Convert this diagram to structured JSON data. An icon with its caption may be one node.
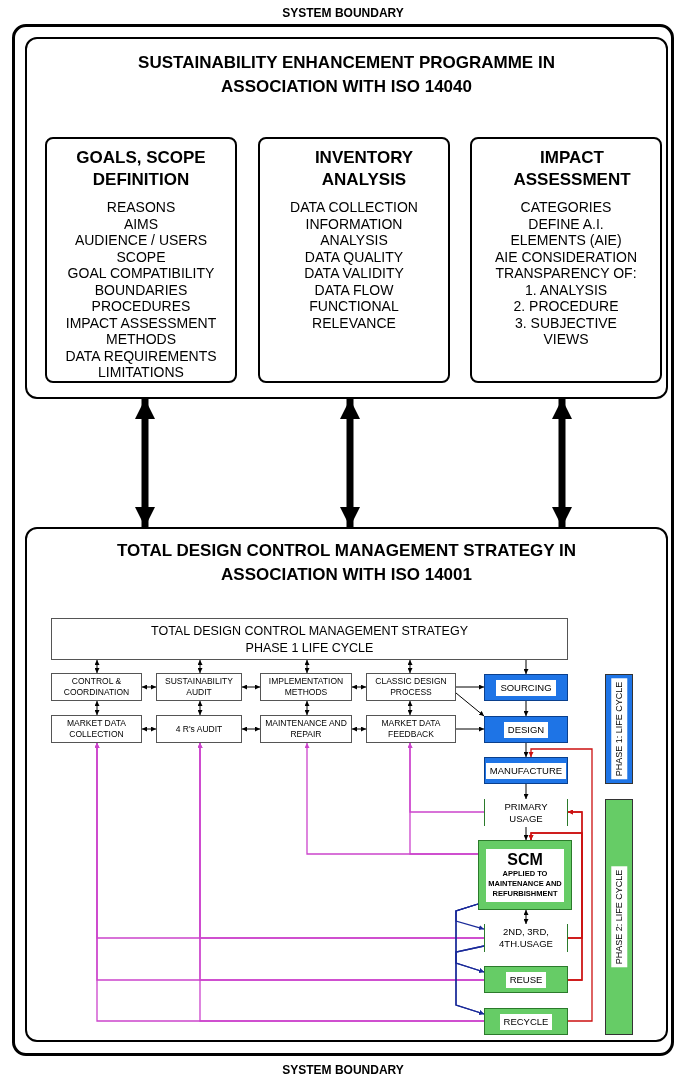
{
  "diagram": {
    "nodes": [
      {
        "text": [
          "SYSTEM BOUNDARY",
          "SYSTEM BOUNDARY"
        ]
      },
      {
        "text": [
          "SUSTAINABILITY ENHANCEMENT PROGRAMME IN ASSOCIATION WITH ISO 14040"
        ],
        "in": 0
      },
      {
        "text": [
          "GOALS, SCOPE DEFINITION",
          "REASONS",
          "AIMS",
          "AUDIENCE / USERS",
          "SCOPE",
          "GOAL COMPATIBILITY",
          "BOUNDARIES",
          "PROCEDURES",
          "IMPACT ASSESSMENT METHODS",
          "DATA REQUIREMENTS",
          "LIMITATIONS"
        ],
        "in": 1
      },
      {
        "text": [
          "INVENTORY ANALYSIS",
          "DATA COLLECTION",
          "INFORMATION ANALYSIS",
          "DATA QUALITY",
          "DATA VALIDITY",
          "DATA FLOW",
          "FUNCTIONAL RELEVANCE"
        ],
        "in": 1
      },
      {
        "text": [
          "IMPACT ASSESSMENT",
          "CATEGORIES",
          "DEFINE A.I. ELEMENTS (AIE)",
          "AIE CONSIDERATION",
          "TRANSPARENCY OF:",
          "1. ANALYSIS",
          "2. PROCEDURE",
          "3. SUBJECTIVE VIEWS"
        ],
        "in": 1
      },
      {
        "text": [
          "TOTAL DESIGN CONTROL MANAGEMENT STRATEGY IN ASSOCIATION WITH ISO 14001"
        ],
        "in": 0
      },
      {
        "text": [
          "TOTAL DESIGN CONTROL MANAGEMENT STRATEGY PHASE 1 LIFE CYCLE"
        ],
        "in": 5
      },
      {
        "text": [
          "CONTROL & COORDINATION"
        ],
        "in": 5
      },
      {
        "text": [
          "SUSTAINABILITY AUDIT"
        ],
        "in": 5
      },
      {
        "text": [
          "IMPLEMENTATION METHODS"
        ],
        "in": 5
      },
      {
        "text": [
          "CLASSIC DESIGN PROCESS"
        ],
        "in": 5
      },
      {
        "text": [
          "MARKET DATA COLLECTION"
        ],
        "in": 5
      },
      {
        "text": [
          "4 R's AUDIT"
        ],
        "in": 5
      },
      {
        "text": [
          "MAINTENANCE AND REPAIR"
        ],
        "in": 5
      },
      {
        "text": [
          "MARKET DATA FEEDBACK"
        ],
        "in": 5
      },
      {
        "text": [
          "SOURCING"
        ],
        "in": 5
      },
      {
        "text": [
          "DESIGN"
        ],
        "in": 5
      },
      {
        "text": [
          "MANUFACTURE"
        ],
        "in": 5
      },
      {
        "text": [
          "PRIMARY USAGE"
        ],
        "in": 5
      },
      {
        "text": [
          "SCM",
          "APPLIED TO MAINTENANCE AND REFURBISHMENT"
        ],
        "in": 5
      },
      {
        "text": [
          "2ND, 3RD, 4TH.USAGE"
        ],
        "in": 5
      },
      {
        "text": [
          "REUSE"
        ],
        "in": 5
      },
      {
        "text": [
          "RECYCLE"
        ],
        "in": 5
      },
      {
        "text": [
          "PHASE 1: LIFE CYCLE"
        ],
        "in": 5
      },
      {
        "text": [
          "PHASE 2: LIFE CYCLE"
        ],
        "in": 5
      }
    ],
    "edges": [
      {
        "from": 1,
        "to": 5,
        "arrow": "both",
        "style": "thick"
      },
      {
        "from": 1,
        "to": 5,
        "arrow": "both",
        "style": "thick"
      },
      {
        "from": 1,
        "to": 5,
        "arrow": "both",
        "style": "thick"
      },
      {
        "from": 6,
        "to": 7,
        "arrow": "both"
      },
      {
        "from": 6,
        "to": 8,
        "arrow": "both"
      },
      {
        "from": 6,
        "to": 9,
        "arrow": "both"
      },
      {
        "from": 6,
        "to": 10,
        "arrow": "both"
      },
      {
        "from": 6,
        "to": 15,
        "arrow": "to"
      },
      {
        "from": 7,
        "to": 8,
        "arrow": "both"
      },
      {
        "from": 8,
        "to": 9,
        "arrow": "both"
      },
      {
        "from": 9,
        "to": 10,
        "arrow": "both"
      },
      {
        "from": 7,
        "to": 11,
        "arrow": "both"
      },
      {
        "from": 8,
        "to": 12,
        "arrow": "both"
      },
      {
        "from": 9,
        "to": 13,
        "arrow": "both"
      },
      {
        "from": 10,
        "to": 14,
        "arrow": "both"
      },
      {
        "from": 11,
        "to": 12,
        "arrow": "both"
      },
      {
        "from": 12,
        "to": 13,
        "arrow": "both"
      },
      {
        "from": 13,
        "to": 14,
        "arrow": "both"
      },
      {
        "from": 10,
        "to": 15,
        "arrow": "to"
      },
      {
        "from": 10,
        "to": 16,
        "arrow": "to"
      },
      {
        "from": 14,
        "to": 16,
        "arrow": "to"
      },
      {
        "from": 15,
        "to": 16,
        "arrow": "to"
      },
      {
        "from": 16,
        "to": 17,
        "arrow": "to"
      },
      {
        "from": 17,
        "to": 18,
        "arrow": "to"
      },
      {
        "from": 18,
        "to": 19,
        "arrow": "to"
      },
      {
        "from": 19,
        "to": 20,
        "arrow": "both"
      },
      {
        "from": 20,
        "to": 18,
        "arrow": "to",
        "color": "#cc1111"
      },
      {
        "from": 20,
        "to": 19,
        "arrow": "to",
        "color": "#cc1111"
      },
      {
        "from": 21,
        "to": 18,
        "arrow": "to",
        "color": "#cc1111"
      },
      {
        "from": 21,
        "to": 19,
        "arrow": "to",
        "color": "#cc1111"
      },
      {
        "from": 22,
        "to": 17,
        "arrow": "to",
        "color": "#cc1111"
      },
      {
        "from": 18,
        "to": 14,
        "arrow": "to",
        "color": "#cc44cc"
      },
      {
        "from": 19,
        "to": 14,
        "arrow": "to",
        "color": "#cc44cc"
      },
      {
        "from": 19,
        "to": 13,
        "arrow": "to",
        "color": "#cc44cc"
      },
      {
        "from": 20,
        "to": 11,
        "arrow": "to",
        "color": "#cc44cc"
      },
      {
        "from": 20,
        "to": 12,
        "arrow": "to",
        "color": "#cc44cc"
      },
      {
        "from": 21,
        "to": 11,
        "arrow": "to",
        "color": "#cc44cc"
      },
      {
        "from": 21,
        "to": 12,
        "arrow": "to",
        "color": "#cc44cc"
      },
      {
        "from": 22,
        "to": 11,
        "arrow": "to",
        "color": "#cc44cc"
      },
      {
        "from": 22,
        "to": 12,
        "arrow": "to",
        "color": "#cc44cc"
      },
      {
        "from": 19,
        "to": 20,
        "arrow": "to",
        "color": "#1a2a99"
      },
      {
        "from": 19,
        "to": 21,
        "arrow": "to",
        "color": "#1a2a99"
      },
      {
        "from": 19,
        "to": 22,
        "arrow": "to",
        "color": "#1a2a99"
      },
      {
        "from": 20,
        "to": 21,
        "arrow": "to",
        "color": "#1a2a99"
      },
      {
        "from": 20,
        "to": 22,
        "arrow": "to",
        "color": "#1a2a99"
      }
    ]
  }
}
